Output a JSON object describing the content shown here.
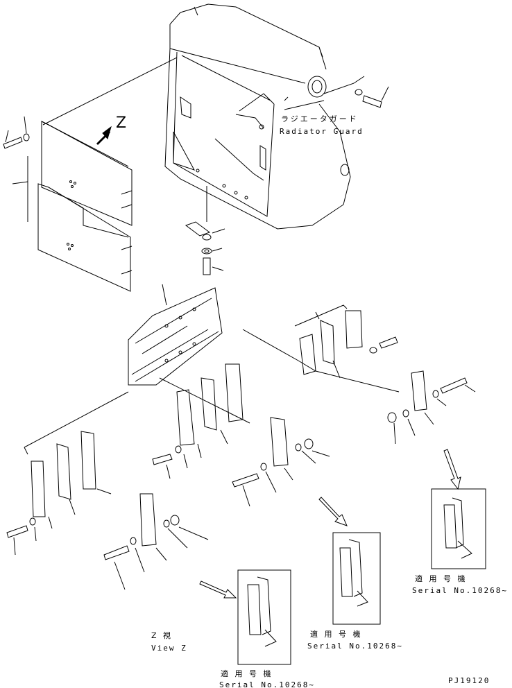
{
  "labels": {
    "radiator_jp": "ラジエータガード",
    "radiator_en": "Radiator Guard",
    "view_marker": "Z",
    "view_jp": "Z 視",
    "view_en": "View Z",
    "serial_jp_1": "適 用 号 機",
    "serial_en_1": "Serial No.10268~",
    "serial_jp_2": "適 用 号 機",
    "serial_en_2": "Serial No.10268~",
    "serial_jp_3": "適 用 号 機",
    "serial_en_3": "Serial No.10268~",
    "drawing_code": "PJ19120"
  }
}
